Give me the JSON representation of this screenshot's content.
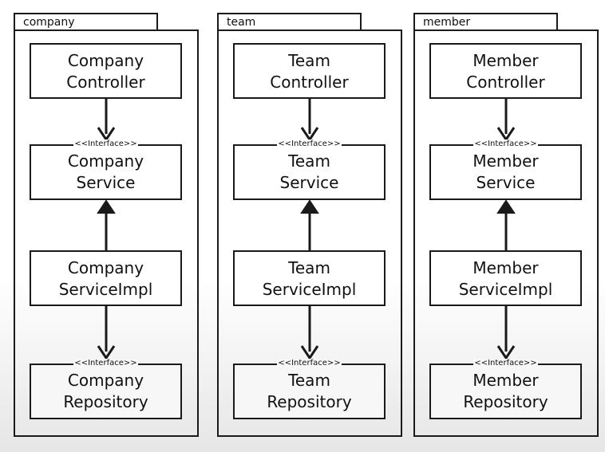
{
  "packages": [
    {
      "name": "company",
      "controller": [
        "Company",
        "Controller"
      ],
      "service_stereotype": "<<Interface>>",
      "service": [
        "Company",
        "Service"
      ],
      "impl": [
        "Company",
        "ServiceImpl"
      ],
      "repository_stereotype": "<<Interface>>",
      "repository": [
        "Company",
        "Repository"
      ]
    },
    {
      "name": "team",
      "controller": [
        "Team",
        "Controller"
      ],
      "service_stereotype": "<<Interface>>",
      "service": [
        "Team",
        "Service"
      ],
      "impl": [
        "Team",
        "ServiceImpl"
      ],
      "repository_stereotype": "<<Interface>>",
      "repository": [
        "Team",
        "Repository"
      ]
    },
    {
      "name": "member",
      "controller": [
        "Member",
        "Controller"
      ],
      "service_stereotype": "<<Interface>>",
      "service": [
        "Member",
        "Service"
      ],
      "impl": [
        "Member",
        "ServiceImpl"
      ],
      "repository_stereotype": "<<Interface>>",
      "repository": [
        "Member",
        "Repository"
      ]
    }
  ],
  "colors": {
    "line": "#1a1a1a",
    "box_fill": "#ffffff"
  }
}
